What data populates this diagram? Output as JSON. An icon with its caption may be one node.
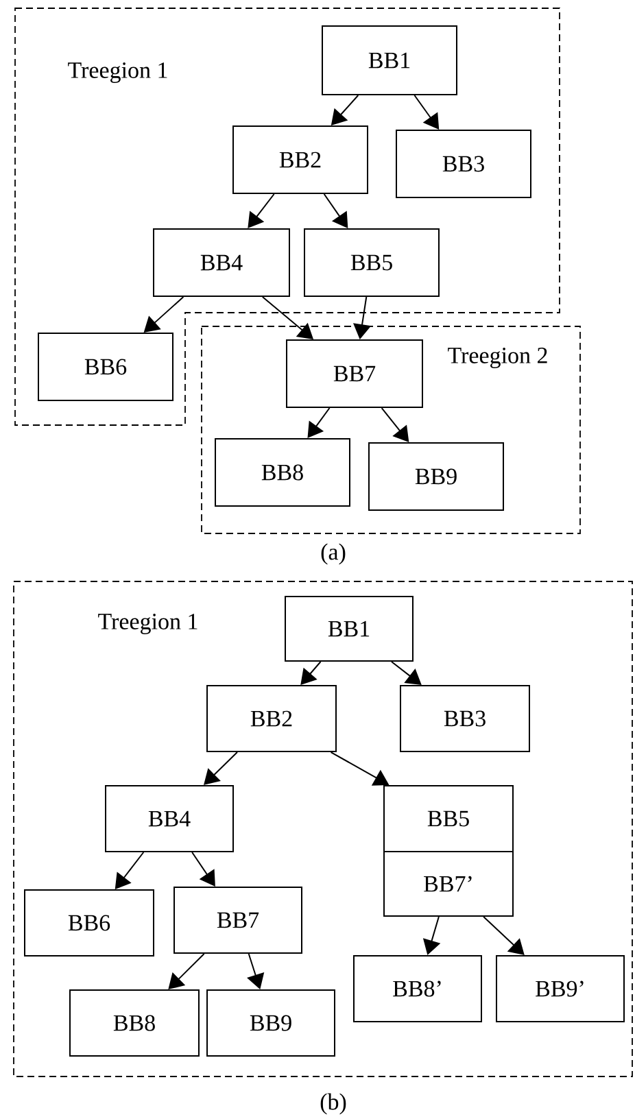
{
  "diagram": {
    "nodes": [
      {
        "text": [
          "Treegion 1"
        ]
      },
      {
        "text": [
          "BB1"
        ],
        "in": 0
      },
      {
        "text": [
          "BB2"
        ],
        "in": 0
      },
      {
        "text": [
          "BB3"
        ],
        "in": 0
      },
      {
        "text": [
          "BB4"
        ],
        "in": 0
      },
      {
        "text": [
          "BB5"
        ],
        "in": 0
      },
      {
        "text": [
          "BB6"
        ],
        "in": 0
      },
      {
        "text": [
          "Treegion 2"
        ]
      },
      {
        "text": [
          "BB7"
        ],
        "in": 7
      },
      {
        "text": [
          "BB8"
        ],
        "in": 7
      },
      {
        "text": [
          "BB9"
        ],
        "in": 7
      },
      {
        "text": [
          "Treegion 1"
        ]
      },
      {
        "text": [
          "BB1"
        ],
        "in": 11
      },
      {
        "text": [
          "BB2"
        ],
        "in": 11
      },
      {
        "text": [
          "BB3"
        ],
        "in": 11
      },
      {
        "text": [
          "BB4"
        ],
        "in": 11
      },
      {
        "text": [
          "BB5"
        ],
        "in": 11
      },
      {
        "text": [
          "BB7’"
        ],
        "in": 11
      },
      {
        "text": [
          "BB6"
        ],
        "in": 11
      },
      {
        "text": [
          "BB7"
        ],
        "in": 11
      },
      {
        "text": [
          "BB8"
        ],
        "in": 11
      },
      {
        "text": [
          "BB9"
        ],
        "in": 11
      },
      {
        "text": [
          "BB8’"
        ],
        "in": 11
      },
      {
        "text": [
          "BB9’"
        ],
        "in": 11
      }
    ],
    "edges": [
      {
        "from": 1,
        "to": 2,
        "arrow": "to"
      },
      {
        "from": 1,
        "to": 3,
        "arrow": "to"
      },
      {
        "from": 2,
        "to": 4,
        "arrow": "to"
      },
      {
        "from": 2,
        "to": 5,
        "arrow": "to"
      },
      {
        "from": 4,
        "to": 6,
        "arrow": "to"
      },
      {
        "from": 4,
        "to": 8,
        "arrow": "to"
      },
      {
        "from": 5,
        "to": 8,
        "arrow": "to"
      },
      {
        "from": 8,
        "to": 9,
        "arrow": "to"
      },
      {
        "from": 8,
        "to": 10,
        "arrow": "to"
      },
      {
        "from": 12,
        "to": 13,
        "arrow": "to"
      },
      {
        "from": 12,
        "to": 14,
        "arrow": "to"
      },
      {
        "from": 13,
        "to": 15,
        "arrow": "to"
      },
      {
        "from": 13,
        "to": 16,
        "arrow": "to"
      },
      {
        "from": 15,
        "to": 18,
        "arrow": "to"
      },
      {
        "from": 15,
        "to": 19,
        "arrow": "to"
      },
      {
        "from": 19,
        "to": 20,
        "arrow": "to"
      },
      {
        "from": 19,
        "to": 21,
        "arrow": "to"
      },
      {
        "from": 17,
        "to": 22,
        "arrow": "to"
      },
      {
        "from": 17,
        "to": 23,
        "arrow": "to"
      }
    ],
    "labels": [
      "(a)",
      "(b)"
    ]
  }
}
